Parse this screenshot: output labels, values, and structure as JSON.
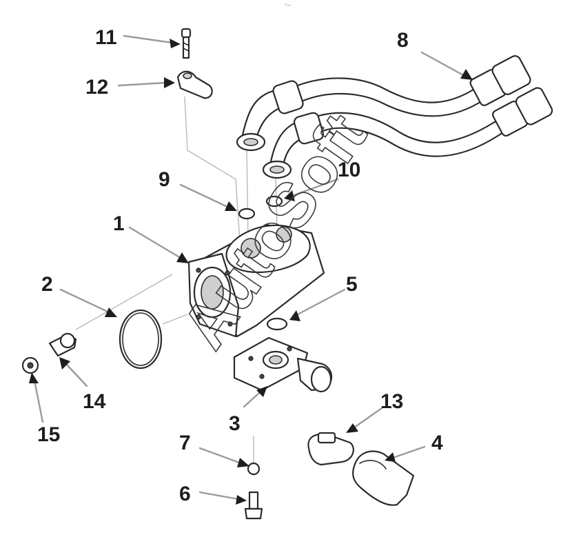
{
  "top_mark": "·°—",
  "callouts": {
    "c1": "1",
    "c2": "2",
    "c3": "3",
    "c4": "4",
    "c5": "5",
    "c6": "6",
    "c7": "7",
    "c8": "8",
    "c9": "9",
    "c10": "10",
    "c11": "11",
    "c12": "12",
    "c13": "13",
    "c14": "14",
    "c15": "15"
  },
  "watermark": "AutoSoft",
  "colors": {
    "line": "#2a2a2a",
    "leader": "#9a9a9a",
    "text": "#1e1e1e",
    "background": "#ffffff"
  }
}
